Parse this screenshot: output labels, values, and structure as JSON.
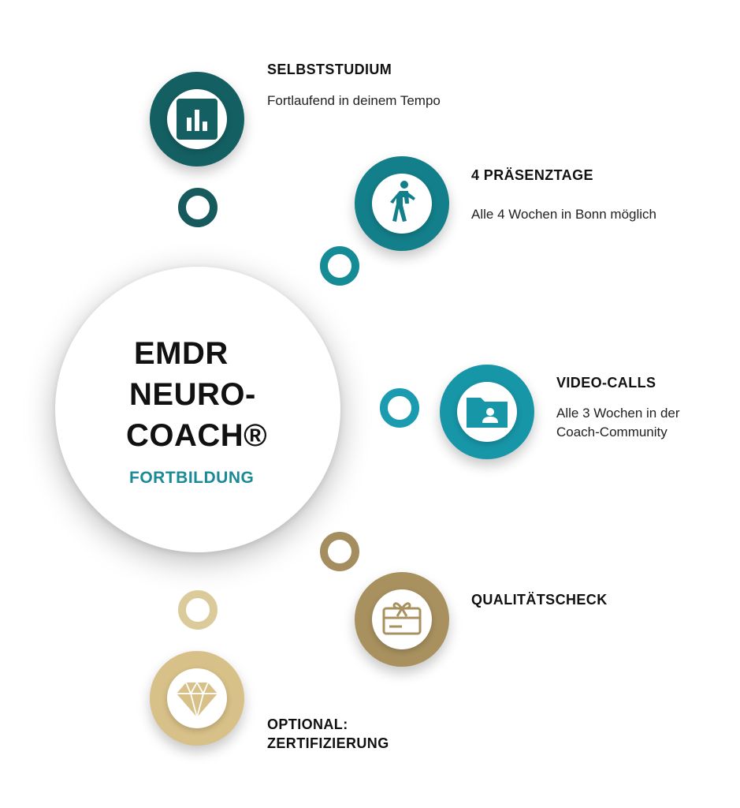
{
  "hub": {
    "title_lines": [
      "EMDR",
      "NEURO-",
      "COACH®"
    ],
    "subtitle": "FORTBILDUNG"
  },
  "steps": [
    {
      "title": "SELBSTSTUDIUM",
      "desc_lines": [
        "Fortlaufend in deinem Tempo"
      ],
      "icon": "bar-chart-icon",
      "color": "#145f62"
    },
    {
      "title": "4 PRÄSENZTAGE",
      "desc_lines": [
        "Alle 4 Wochen in Bonn möglich"
      ],
      "icon": "walking-person-icon",
      "color": "#137f8a"
    },
    {
      "title": "VIDEO-CALLS",
      "desc_lines": [
        "Alle 3 Wochen in der",
        "Coach-Community"
      ],
      "icon": "contact-folder-icon",
      "color": "#1796a8"
    },
    {
      "title": "QUALITÄTSCHECK",
      "desc_lines": [],
      "icon": "gift-card-icon",
      "color": "#a8915f"
    },
    {
      "title_lines": [
        "OPTIONAL:",
        "ZERTIFIZIERUNG"
      ],
      "desc_lines": [],
      "icon": "diamond-icon",
      "color": "#d8c188"
    }
  ],
  "colors": {
    "ring_dark_teal": "#175a5e",
    "ring_teal": "#158b95",
    "ring_light_teal": "#1b9bb0",
    "ring_gold": "#a48d5e",
    "ring_light_gold": "#dccb9a",
    "hub_subtitle": "#1a8a97"
  }
}
